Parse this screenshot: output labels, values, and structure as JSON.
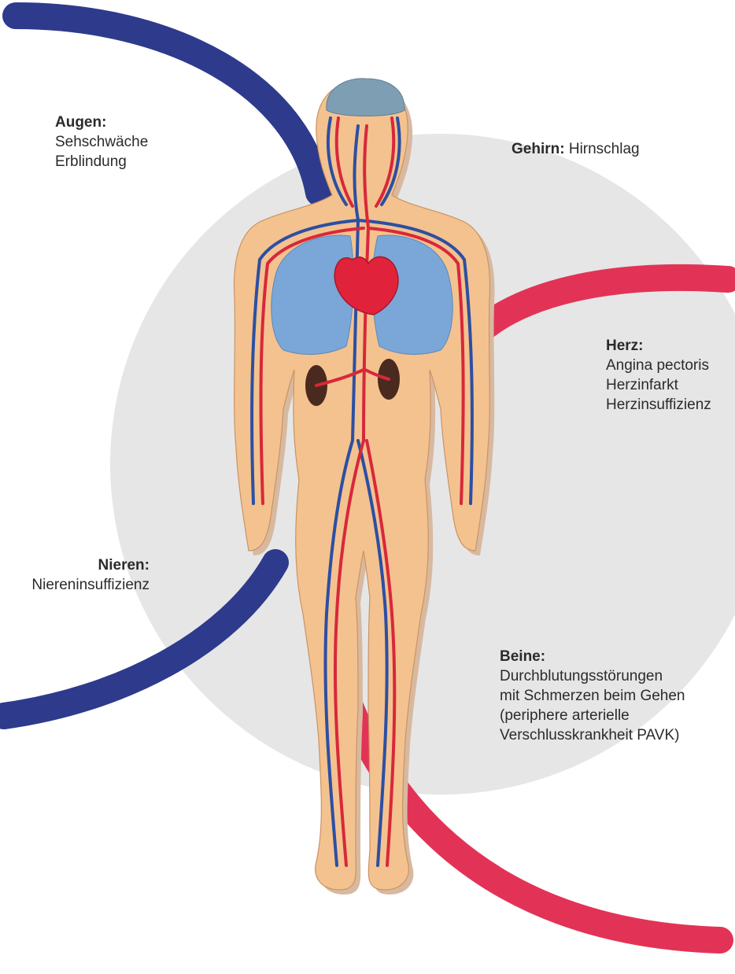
{
  "colors": {
    "arc_blue": "#2e3a8c",
    "arc_red": "#e23357",
    "background_circle": "#e6e6e6",
    "skin": "#f4c28f",
    "lung": "#7aa7d8",
    "artery": "#d8283a",
    "vein": "#2c4fa3",
    "brain": "#7e9fb3",
    "kidney": "#4a2a1e"
  },
  "icons": {
    "body": "human-circulatory-system-figure"
  },
  "labels": {
    "eyes": {
      "title": "Augen:",
      "lines": [
        "Sehschwäche",
        "Erblindung"
      ]
    },
    "brain": {
      "title": "Gehirn:",
      "text": "Hirnschlag"
    },
    "heart": {
      "title": "Herz:",
      "lines": [
        "Angina pectoris",
        "Herzinfarkt",
        "Herzinsuffizienz"
      ]
    },
    "kidneys": {
      "title": "Nieren:",
      "lines": [
        "Niereninsuffizienz"
      ]
    },
    "legs": {
      "title": "Beine:",
      "lines": [
        "Durchblutungsstörungen",
        "mit Schmerzen beim Gehen",
        "(periphere arterielle",
        "Verschlusskrankheit PAVK)"
      ]
    }
  }
}
